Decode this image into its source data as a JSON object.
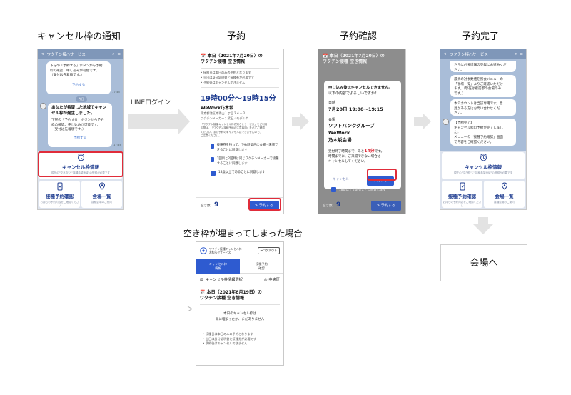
{
  "columns": {
    "col1_title": "キャンセル枠の通知",
    "col2_title": "予約",
    "col3_title": "予約確認",
    "col4_title": "予約完了",
    "sub_title": "空き枠が埋まってしまった場合"
  },
  "edge_labels": {
    "line_login": "LINEログイン"
  },
  "line_chat": {
    "header_title": "ワクチン接○サービス",
    "bubble1_lines": [
      "下記の「予約する」ボタンから予約",
      "枠の確認、申し込みが可能です。",
      "（受付は先着順です。）"
    ],
    "bubble1_link": "予約する",
    "date_pill": "今日",
    "bubble2_title": "あなたが希望した地域でキャンセル枠が発生しました。",
    "bubble2_lines": [
      "下記の「予約する」ボタンから予約",
      "枠の確認、申し込みが可能です。",
      "（受付は先着順です。）"
    ],
    "bubble2_link": "予約する",
    "time1": "17:45",
    "time2": "17:46"
  },
  "line_menu": {
    "cancel_title": "キャンセル枠情報",
    "cancel_sub": "現在の\"空き枠\"と\"接種希望地域\"の登録が必要です",
    "confirm_title": "接種予約確認",
    "confirm_sub": "お持ちの予約内容をご確認ください",
    "venue_title": "会場一覧",
    "venue_sub": "接種会場のご案内"
  },
  "reserve_page": {
    "title_line1": "本日（2021年7月20日）の",
    "title_line2": "ワクチン接種 空き情報",
    "notes": [
      "接種日は本日のみの予約となります",
      "当日は身分証明書と接種券が必要です",
      "予約後はキャンセルできません"
    ],
    "time_range": "19時00分～19時15分",
    "venue_name": "WeWork乃木坂",
    "address": "東京都港区南青山１丁目２４－３",
    "maker": "ワクチンメーカー：武田／モデルナ",
    "desc_lines": [
      "「ワクチン接種キャンセル枠お知らせサービス」をご利用",
      "の際は、「ワクチン接種予約の注意事項」を必ずご確認",
      "ください。また予約のキャンセルはできませんので、",
      "ご注意ください。"
    ],
    "check1": "接種券を持って、予約時間内に会場へ来場できることに同意します",
    "check2": "1回目と2回目は同じワクチンメーカーで接種することに同意します",
    "check3": "18歳以上であることに同意します",
    "vacancy_label": "空き数",
    "vacancy_value": "9",
    "reserve_button": "予約する"
  },
  "confirm_page": {
    "title_line1": "本日（2021年7月20日）の",
    "title_line2": "ワクチン接種 空き情報",
    "dialog_head1": "申し込み後はキャンセルできません。",
    "dialog_head2": "以下の内容でよろしいですか？",
    "date_label": "日時",
    "date_value": "7月20日 19:00～19:15",
    "venue_label": "会場",
    "venue_value1": "ソフトバンクグループ WeWork",
    "venue_value2": "乃木坂会場",
    "timer_text1": "受付終了時間まで、あと",
    "timer_highlight": "14分",
    "timer_text2": "です。",
    "timer_text3": "時間までに、ご来場できない場合は",
    "timer_text4": "キャンセルしてください。",
    "cancel_button": "キャンセル",
    "ok_button": "予約する",
    "check3": "18歳以上であることに同意します",
    "vacancy_label": "空き数",
    "vacancy_value": "9",
    "reserve_button": "予約する"
  },
  "done_chat": {
    "bubble1_lines": [
      "さらに必要情報の登録にお進みくだ",
      "さい。"
    ],
    "bubble2_lines": [
      "最新の対象数値を照会メニューの",
      "「会場一覧」よりご確認いただけ",
      "ます。（現在は寮前都の会場のみ",
      "です。）"
    ],
    "bubble3_lines": [
      "本アカウントは当該専用です。意",
      "見がある方はお問い合わせくだ",
      "さい。"
    ],
    "bubble4_lines": [
      "【予約完了】",
      "キャンセル枠の予約が完了しまし",
      "た。",
      "メニューの「接種予約確認」画面",
      "で内容をご確認ください。"
    ]
  },
  "full_page": {
    "header_line1": "ワクチン接種キャンセル枠",
    "header_line2": "お知らせサービス",
    "logout": "ログアウト",
    "tab1_line1": "キャンセル枠",
    "tab1_line2": "情報",
    "tab2_line1": "接種予約",
    "tab2_line2": "確認",
    "filter_label": "キャンセル枠情報選択",
    "area": "中央区",
    "title_line1": "本日（2021年8月19日）の",
    "title_line2": "ワクチン接種 空き情報",
    "message1": "本日のキャンセル枠は",
    "message2": "既に埋まったか、まだありません",
    "notes": [
      "接種日は本日のみの予約となります",
      "当日は身分証明書と接種券が必要です",
      "予約後はキャンセルできません"
    ]
  },
  "venue_box": {
    "label": "会場へ"
  },
  "colors": {
    "line_bg": "#a9bdd8",
    "accent_blue": "#2e5bd0",
    "highlight_red": "#e02c3a",
    "arrow_grey": "#c8c8c8"
  }
}
